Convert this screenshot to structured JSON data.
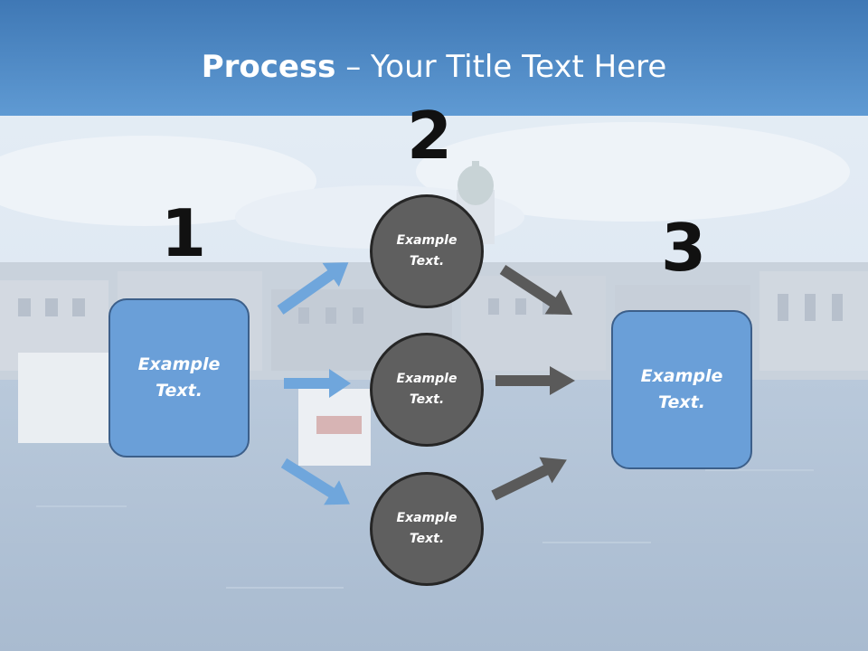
{
  "slide": {
    "title_bold": "Process",
    "title_rest": " – Your Title Text Here",
    "steps": [
      "1",
      "2",
      "3"
    ],
    "left_box": "Example Text.",
    "circles": [
      "Example Text.",
      "Example Text.",
      "Example Text."
    ],
    "right_box": "Example Text."
  },
  "colors": {
    "header_blue": "#4f8bc9",
    "box_fill": "#6a9fd8",
    "box_border": "#3c5f8a",
    "circle_fill": "#5f5f5f",
    "circle_border": "#262626",
    "arrow_blue": "#6fa6dc",
    "arrow_gray": "#5a5a5a"
  }
}
